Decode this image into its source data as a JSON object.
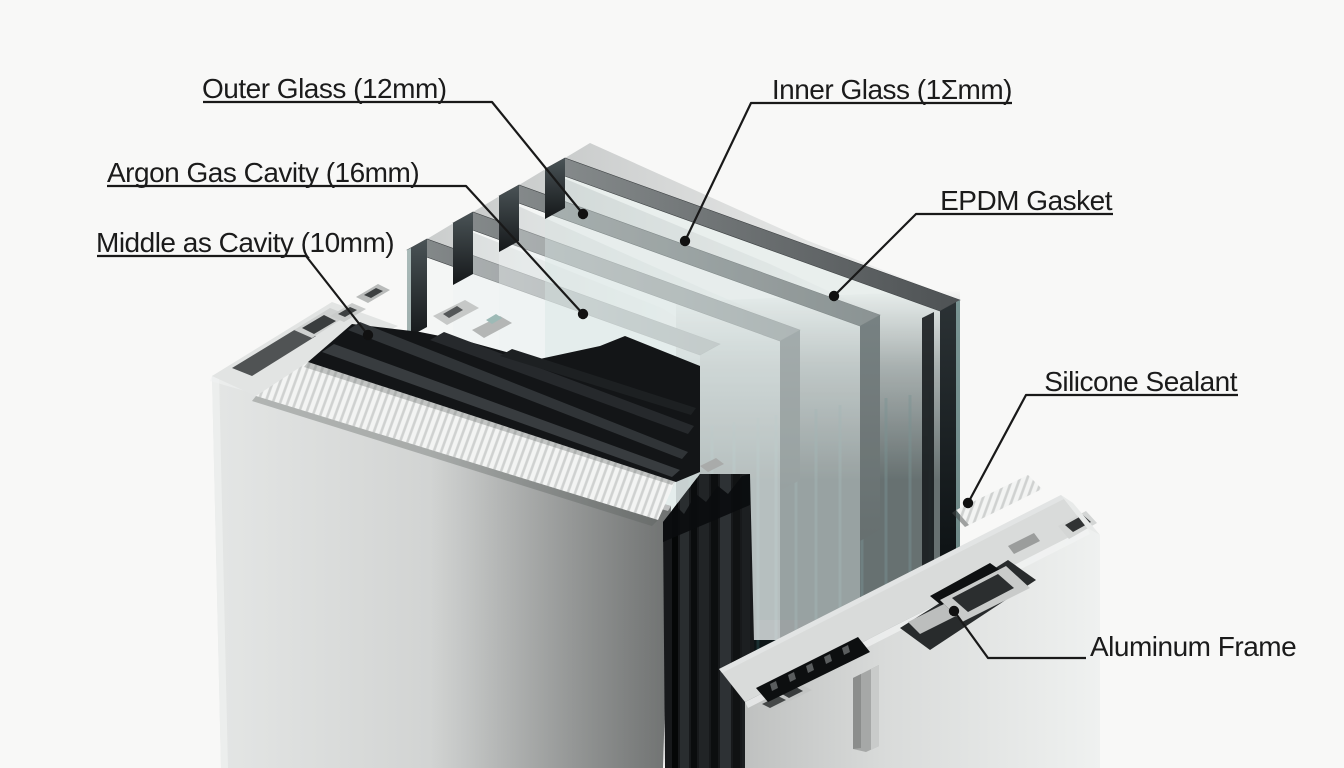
{
  "labels": {
    "outer_glass": "Outer Glass (12mm)",
    "argon_cavity": "Argon Gas Cavity (16mm)",
    "middle_cavity": "Middle as Cavity (10mm)",
    "inner_glass": "Inner Glass (1Σmm)",
    "epdm_gasket": "EPDM Gasket",
    "silicone_sealant": "Silicone Sealant",
    "aluminum_frame": "Aluminum Frame"
  },
  "colors": {
    "background": "#f8f8f7",
    "aluminum_light": "#e4e6e5",
    "aluminum_mid": "#cfd1d0",
    "aluminum_dark": "#aeb0af",
    "gasket_black": "#141618",
    "glass_edge_gray": "#5b6061",
    "glass_teal": "#2e5153",
    "spacer_white": "#f3f4f3",
    "annotation_ink": "#191919"
  }
}
